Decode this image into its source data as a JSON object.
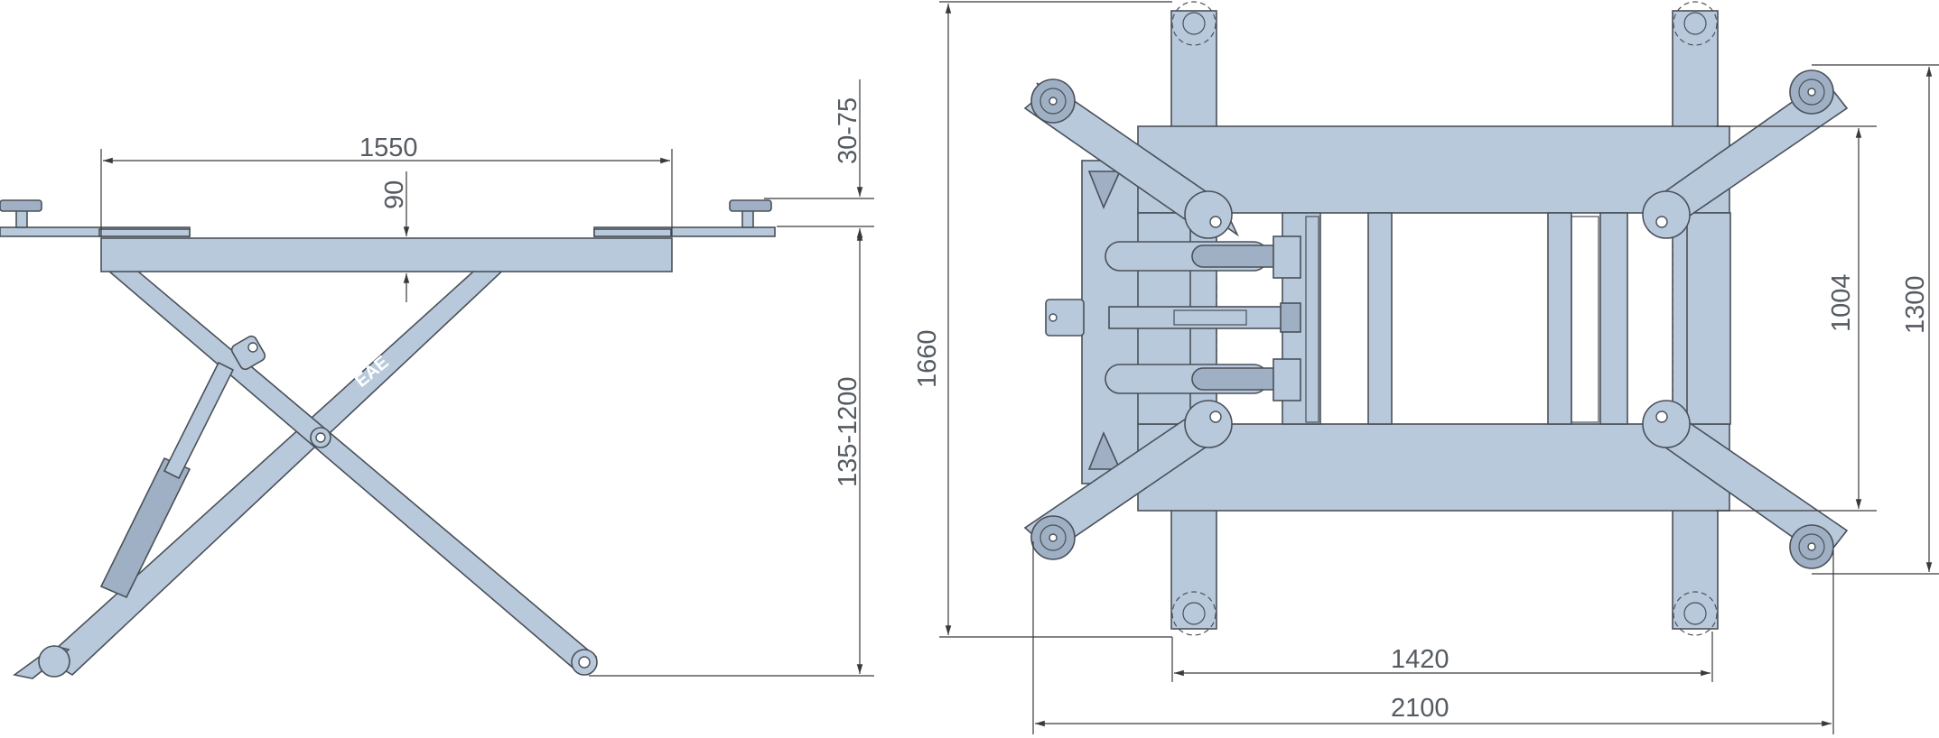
{
  "logo": {
    "text": "EAE"
  },
  "side_view": {
    "dims": {
      "platform_length": "1550",
      "platform_thickness": "90",
      "pad_height": "30-75",
      "lift_height": "135-1200"
    }
  },
  "top_view": {
    "dims": {
      "overall_length": "1660",
      "arm_spread": "1004",
      "overall_width": "1300",
      "pad_spacing": "1420",
      "overall_span": "2100"
    }
  },
  "colors": {
    "steel": "#b8c9dc",
    "outline": "#4a5058",
    "dimension": "#3a3a3a"
  }
}
